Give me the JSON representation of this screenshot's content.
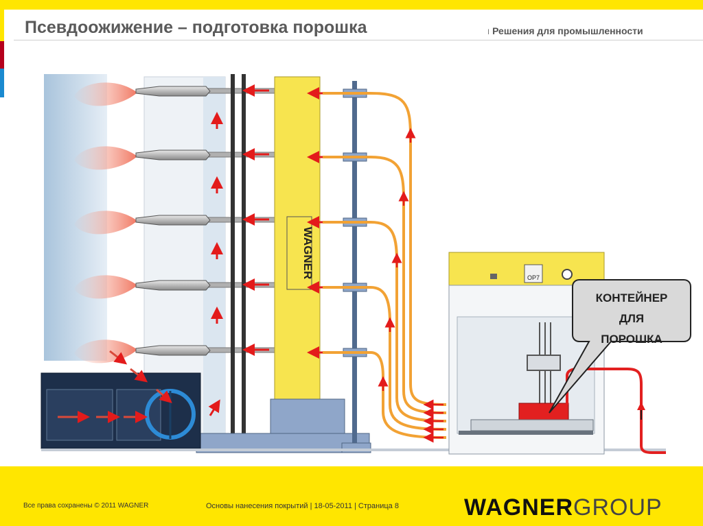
{
  "header": {
    "title": "Псевдоожижение – подготовка порошка",
    "subtitle": "Решения для промышленности",
    "separator": "I"
  },
  "diagram": {
    "tower_brand": "WAGNER",
    "panel_display": "OP7",
    "callout_lines": [
      "КОНТЕЙНЕР",
      "ДЛЯ",
      "ПОРОШКА"
    ]
  },
  "footer": {
    "copyright": "Все права сохранены © 2011 WAGNER",
    "meta": "Основы нанесения покрытий | 18-05-2011 | Страница 8",
    "logo_wagner": "WAGNER",
    "logo_group": "GROUP"
  },
  "colors": {
    "yellow": "#ffe600",
    "red_accent": "#b5001c",
    "blue_accent": "#1a8ad0",
    "powder_flow": "#f2a234",
    "arrow_red": "#e31b1b",
    "tower_yellow": "#f7e44f"
  }
}
